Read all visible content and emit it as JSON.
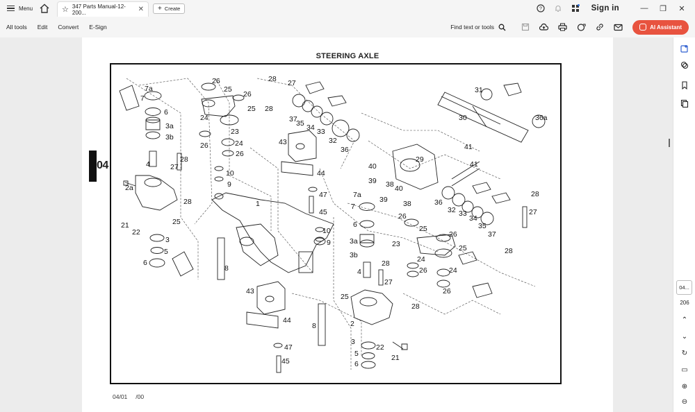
{
  "titlebar": {
    "menu_label": "Menu",
    "tab_title": "347 Parts Manual-12-200...",
    "create_label": "Create",
    "sign_in": "Sign in"
  },
  "toolbar": {
    "items": [
      "All tools",
      "Edit",
      "Convert",
      "E-Sign"
    ],
    "find_label": "Find text or tools",
    "ai_label": "AI Assistant"
  },
  "document": {
    "heading": "STEERING AXLE",
    "section_label": "04",
    "footer_left": "04/01",
    "footer_right": "/00"
  },
  "diagram_labels": [
    "7a",
    "7",
    "6",
    "3a",
    "3b",
    "4",
    "27",
    "28",
    "2a",
    "21",
    "22",
    "25",
    "28",
    "3",
    "5",
    "6",
    "26",
    "25",
    "26",
    "25",
    "24",
    "23",
    "26",
    "24",
    "26",
    "10",
    "9",
    "1",
    "8",
    "28",
    "27",
    "28",
    "37",
    "35",
    "34",
    "33",
    "32",
    "36",
    "43",
    "44",
    "47",
    "45",
    "31",
    "30",
    "36a",
    "29",
    "41",
    "41",
    "40",
    "39",
    "38",
    "40",
    "39",
    "38",
    "36",
    "7a",
    "7",
    "6",
    "3a",
    "3b",
    "4",
    "28",
    "27",
    "10",
    "9",
    "26",
    "25",
    "26",
    "25",
    "23",
    "24",
    "26",
    "24",
    "26",
    "32",
    "33",
    "34",
    "35",
    "37",
    "28",
    "27",
    "28",
    "25",
    "2",
    "28",
    "3",
    "5",
    "6",
    "22",
    "21",
    "43",
    "44",
    "47",
    "45",
    "8"
  ],
  "sidebar": {
    "page_input": "04...",
    "page_total": "206"
  }
}
